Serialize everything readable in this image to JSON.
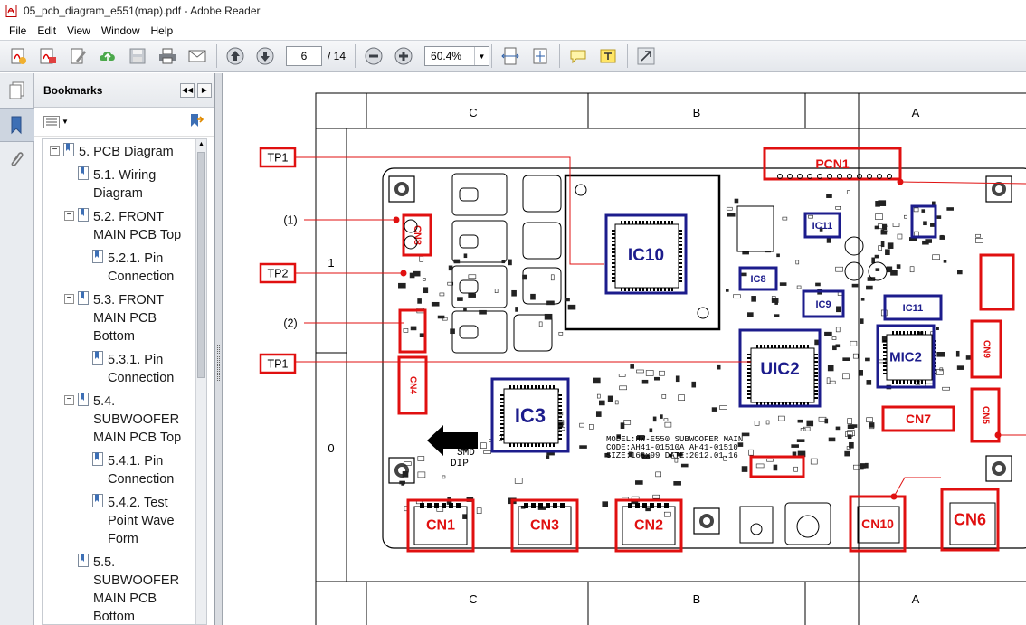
{
  "window": {
    "title": "05_pcb_diagram_e551(map).pdf - Adobe Reader"
  },
  "menu": {
    "items": [
      "File",
      "Edit",
      "View",
      "Window",
      "Help"
    ]
  },
  "toolbar": {
    "page_current": "6",
    "page_total": "/ 14",
    "zoom": "60.4%"
  },
  "bookmarks": {
    "title": "Bookmarks",
    "items": [
      {
        "lines": [
          "5. PCB Diagram"
        ],
        "level": 0,
        "expanded": true
      },
      {
        "lines": [
          "5.1. Wiring",
          "Diagram"
        ],
        "level": 1,
        "expanded": null
      },
      {
        "lines": [
          "5.2. FRONT",
          "MAIN PCB Top"
        ],
        "level": 1,
        "expanded": true
      },
      {
        "lines": [
          "5.2.1. Pin",
          "Connection"
        ],
        "level": 2,
        "expanded": null
      },
      {
        "lines": [
          "5.3. FRONT",
          "MAIN PCB",
          "Bottom"
        ],
        "level": 1,
        "expanded": true
      },
      {
        "lines": [
          "5.3.1. Pin",
          "Connection"
        ],
        "level": 2,
        "expanded": null
      },
      {
        "lines": [
          "5.4.",
          "SUBWOOFER",
          "MAIN PCB Top"
        ],
        "level": 1,
        "expanded": true
      },
      {
        "lines": [
          "5.4.1. Pin",
          "Connection"
        ],
        "level": 2,
        "expanded": null
      },
      {
        "lines": [
          "5.4.2. Test",
          "Point Wave",
          "Form"
        ],
        "level": 2,
        "expanded": null
      },
      {
        "lines": [
          "5.5.",
          "SUBWOOFER",
          "MAIN PCB",
          "Bottom"
        ],
        "level": 1,
        "expanded": null
      }
    ]
  },
  "diagram": {
    "grid_cols": [
      "C",
      "B",
      "A"
    ],
    "grid_rows": [
      "1",
      "0"
    ],
    "callouts": [
      "TP1",
      "(1)",
      "TP2",
      "(2)",
      "TP1"
    ],
    "chips": [
      "IC10",
      "UIC2",
      "IC3",
      "MIC2",
      "IC9",
      "IC11",
      "IC8",
      "IC11"
    ],
    "connectors": [
      "PCN1",
      "CN8",
      "CN1",
      "CN3",
      "CN2",
      "CN10",
      "CN6",
      "CN7",
      "CN9",
      "CN5",
      "CN4"
    ],
    "board_text": [
      "MODEL:HW-E550 SUBWOOFER MAIN",
      "CODE:AH41-01510A  AH41-01510",
      "SIZE:168x99  DATE:2012.01.16"
    ],
    "arrow_labels": [
      "SMD",
      "DIP"
    ],
    "colors": {
      "accent_red": "#e01010",
      "chip_blue": "#1c1c8c",
      "board_line": "#000000"
    }
  }
}
